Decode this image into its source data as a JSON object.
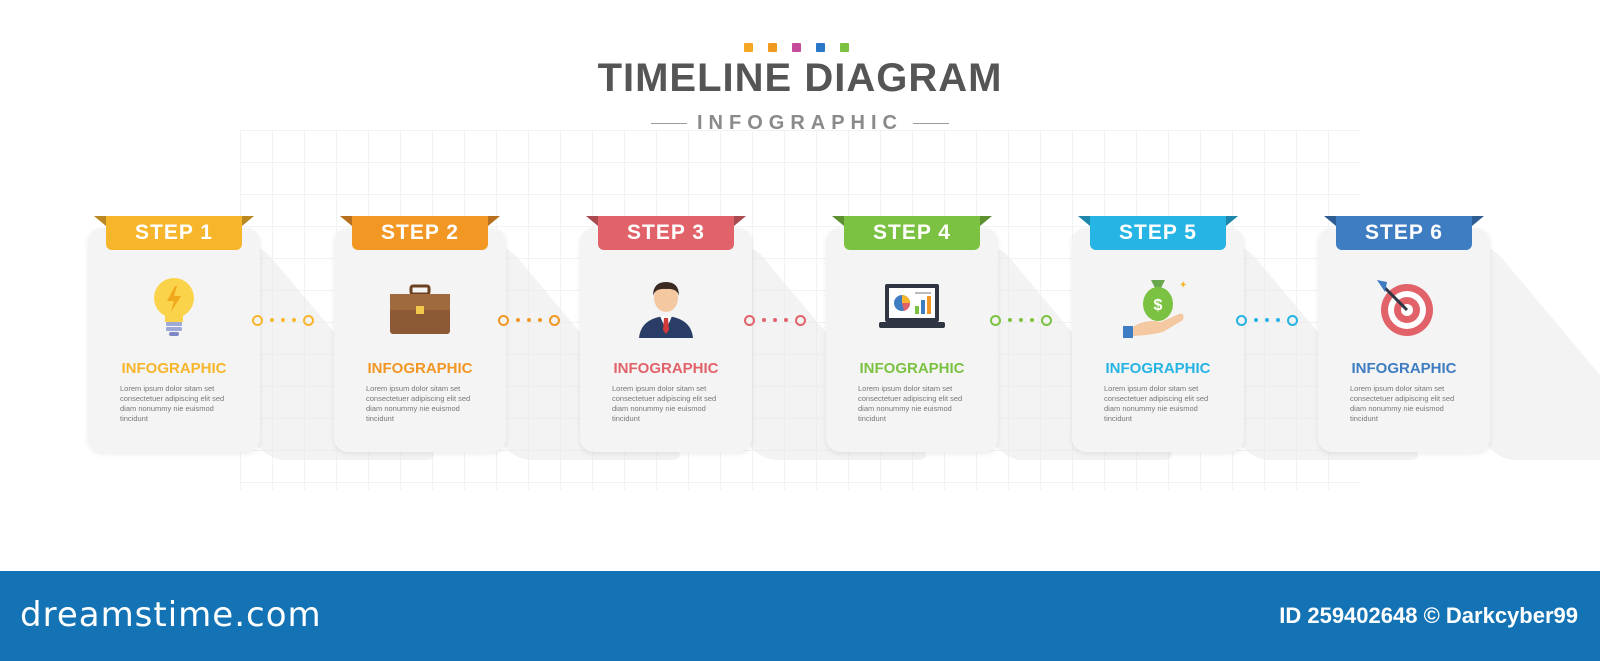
{
  "header": {
    "title": "TIMELINE DIAGRAM",
    "subtitle": "INFOGRAPHIC",
    "accent_colors": [
      "#f5a623",
      "#f29a1f",
      "#c64b9b",
      "#2a77c9",
      "#7cc242"
    ]
  },
  "steps": [
    {
      "label": "STEP 1",
      "heading": "INFOGRAPHIC",
      "body": "Lorem ipsum dolor sitam set consectetuer adipiscing elit sed diam nonummy nie euismod tincidunt",
      "color": "#f7b52c",
      "icon": "lightbulb-icon"
    },
    {
      "label": "STEP 2",
      "heading": "INFOGRAPHIC",
      "body": "Lorem ipsum dolor sitam set consectetuer adipiscing elit sed diam nonummy nie euismod tincidunt",
      "color": "#f29624",
      "icon": "briefcase-icon"
    },
    {
      "label": "STEP 3",
      "heading": "INFOGRAPHIC",
      "body": "Lorem ipsum dolor sitam set consectetuer adipiscing elit sed diam nonummy nie euismod tincidunt",
      "color": "#e2626a",
      "icon": "businessman-icon"
    },
    {
      "label": "STEP 4",
      "heading": "INFOGRAPHIC",
      "body": "Lorem ipsum dolor sitam set consectetuer adipiscing elit sed diam nonummy nie euismod tincidunt",
      "color": "#7cc242",
      "icon": "laptop-chart-icon"
    },
    {
      "label": "STEP 5",
      "heading": "INFOGRAPHIC",
      "body": "Lorem ipsum dolor sitam set consectetuer adipiscing elit sed diam nonummy nie euismod tincidunt",
      "color": "#25b4e3",
      "icon": "money-bag-hand-icon"
    },
    {
      "label": "STEP 6",
      "heading": "INFOGRAPHIC",
      "body": "Lorem ipsum dolor sitam set consectetuer adipiscing elit sed diam nonummy nie euismod tincidunt",
      "color": "#3f7dc2",
      "icon": "target-icon"
    }
  ],
  "footer": {
    "brand": "dreamstime.com",
    "id_text": "ID 259402648 © Darkcyber99"
  }
}
